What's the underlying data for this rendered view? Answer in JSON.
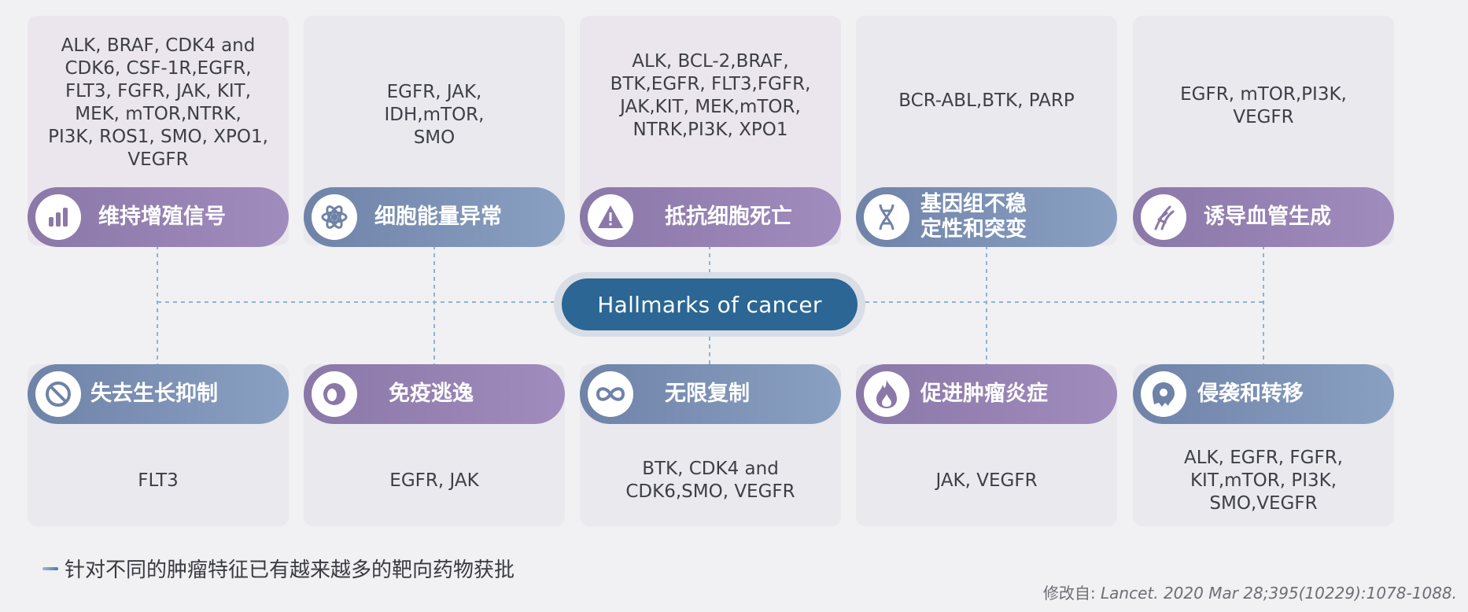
{
  "top_cards": [
    {
      "label": "维持增殖信号",
      "icon": "bar-chart-icon",
      "color": "purple",
      "targets": "ALK, BRAF, CDK4 and\nCDK6, CSF-1R,EGFR,\nFLT3,  FGFR, JAK, KIT,\nMEK, mTOR,NTRK,\nPI3K, ROS1, SMO, XPO1,\nVEGFR"
    },
    {
      "label": "细胞能量异常",
      "icon": "atom-icon",
      "color": "blue",
      "targets": "EGFR, JAK,\nIDH,mTOR,\nSMO"
    },
    {
      "label": "抵抗细胞死亡",
      "icon": "warning-icon",
      "color": "purple",
      "targets": "ALK, BCL-2,BRAF,\nBTK,EGFR, FLT3,FGFR,\nJAK,KIT, MEK,mTOR,\nNTRK,PI3K, XPO1"
    },
    {
      "label": "基因组不稳\n定性和突变",
      "icon": "dna-icon",
      "color": "blue",
      "targets": "BCR-ABL,BTK, PARP"
    },
    {
      "label": "诱导血管生成",
      "icon": "blood-vessel-icon",
      "color": "purple",
      "targets": "EGFR, mTOR,PI3K,\nVEGFR"
    }
  ],
  "bottom_cards": [
    {
      "label": "失去生长抑制",
      "icon": "prohibited-icon",
      "color": "blue",
      "targets": "FLT3"
    },
    {
      "label": "免疫逃逸",
      "icon": "cell-icon",
      "color": "purple",
      "targets": "EGFR, JAK"
    },
    {
      "label": "无限复制",
      "icon": "infinity-icon",
      "color": "blue",
      "targets": "BTK, CDK4 and\nCDK6,SMO, VEGFR"
    },
    {
      "label": "促进肿瘤炎症",
      "icon": "flame-icon",
      "color": "purple",
      "targets": "JAK, VEGFR"
    },
    {
      "label": "侵袭和转移",
      "icon": "metastasis-icon",
      "color": "blue",
      "targets": "ALK, EGFR, FGFR,\nKIT,mTOR, PI3K,\nSMO,VEGFR"
    }
  ],
  "center": {
    "label": "Hallmarks of cancer"
  },
  "footnote": "针对不同的肿瘤特征已有越来越多的靶向药物获批",
  "source": {
    "prefix": "修改自: ",
    "citation": "Lancet. 2020 Mar 28;395(10229):1078-1088."
  }
}
